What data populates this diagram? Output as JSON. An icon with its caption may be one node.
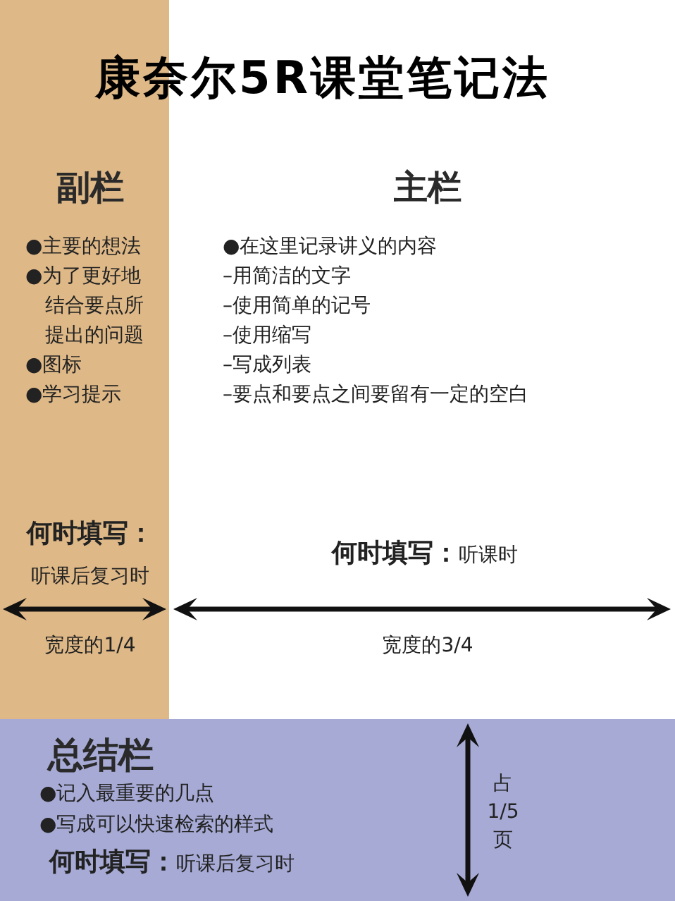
{
  "diagram": {
    "title": "康奈尔5R课堂笔记法",
    "nodes": [
      {
        "text": [
          "副栏",
          "●主要的想法",
          "●为了更好地结合要点所提出的问题",
          "●图标",
          "●学习提示",
          "**何时填写：**听课后复习时",
          "宽度的1/4"
        ]
      },
      {
        "text": [
          "主栏",
          "●在这里记录讲义的内容",
          "–用简洁的文字",
          "–使用简单的记号",
          "–使用缩写",
          "–写成列表",
          "–要点和要点之间要留有一定的空白",
          "**何时填写：**听课时",
          "宽度的3/4"
        ]
      },
      {
        "text": [
          "总结栏",
          "●记入最重要的几点",
          "●写成可以快速检索的样式",
          "**何时填写：**听课后复习时",
          "占1/5页"
        ]
      }
    ]
  }
}
